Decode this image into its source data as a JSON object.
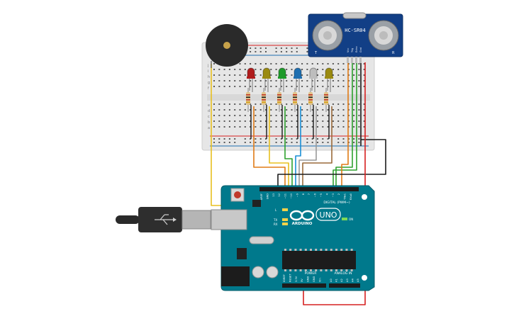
{
  "sensor": {
    "model": "HC-SR04",
    "pins": [
      "Vcc",
      "Trig",
      "Echo",
      "Gnd"
    ],
    "left_mark": "T",
    "right_mark": "R"
  },
  "board": {
    "brand": "ARDUINO",
    "model": "UNO",
    "digital_label": "DIGITAL (PWM~)",
    "power_label": "POWER",
    "analog_label": "ANALOG IN",
    "on_label": "ON",
    "led_labels": [
      "L",
      "TX",
      "RX"
    ],
    "header_top": [
      "AREF",
      "GND",
      "13",
      "12",
      "~11",
      "~10",
      "~9",
      "8",
      "7",
      "~6",
      "~5",
      "4",
      "~3",
      "2",
      "TX▸1",
      "RX◂0"
    ],
    "header_power": [
      "IOREF",
      "RESET",
      "3.3V",
      "5V",
      "GND",
      "GND",
      "Vin"
    ],
    "header_analog": [
      "A0",
      "A1",
      "A2",
      "A3",
      "A4",
      "A5"
    ]
  },
  "breadboard": {
    "row_letters_top": [
      "j",
      "i",
      "h",
      "g",
      "f"
    ],
    "row_letters_bottom": [
      "e",
      "d",
      "c",
      "b",
      "a"
    ]
  },
  "leds": [
    {
      "color": "#b01c1c"
    },
    {
      "color": "#9a8a10"
    },
    {
      "color": "#1e9a2a"
    },
    {
      "color": "#1f6fb0"
    },
    {
      "color": "#bdbdbd"
    },
    {
      "color": "#9a8a10"
    }
  ],
  "wire_colors": {
    "yellow": "#e8c020",
    "orange": "#e07b17",
    "green": "#2ea12e",
    "blue": "#1a8fd6",
    "gray": "#9a9a9a",
    "brown": "#9a6a3a",
    "red": "#d62020",
    "black": "#1c1c1c"
  }
}
